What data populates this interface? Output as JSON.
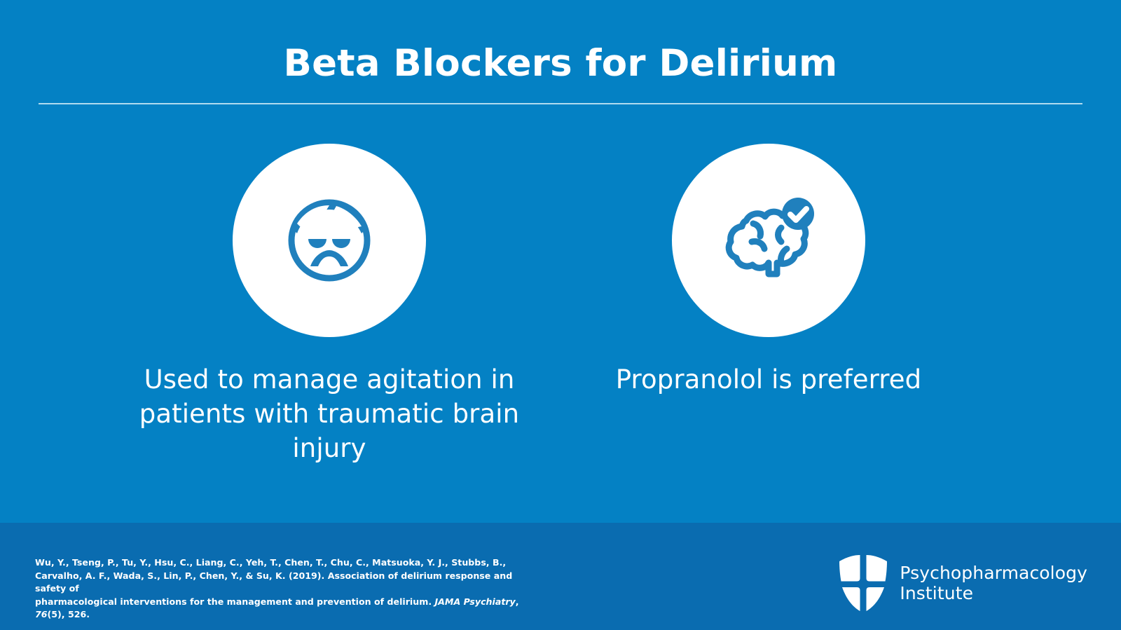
{
  "slide": {
    "title": "Beta Blockers for Delirium",
    "background_color": "#0481c4",
    "footer_background_color": "#0a6cb0",
    "accent_color": "#2080bd",
    "text_color": "#ffffff",
    "rule_color": "#bfe3f2"
  },
  "columns": [
    {
      "icon_name": "bandaged-sad-face-icon",
      "caption": "Used to manage agitation in patients with traumatic brain injury"
    },
    {
      "icon_name": "brain-check-icon",
      "caption": "Propranolol is preferred"
    }
  ],
  "footer": {
    "citation": {
      "line1": "Wu, Y., Tseng, P., Tu, Y., Hsu, C., Liang, C., Yeh, T., Chen, T., Chu, C., Matsuoka, Y. J., Stubbs, B.,",
      "line2": "Carvalho, A. F., Wada, S., Lin, P., Chen, Y., & Su, K. (2019). Association of delirium response and safety of",
      "line3_pre": "pharmacological interventions for the management and prevention of delirium. ",
      "line3_journal": "JAMA Psychiatry",
      "line3_mid": ", ",
      "line3_volume": "76",
      "line3_post": "(5), 526."
    },
    "logo": {
      "mark_name": "shield-logo-icon",
      "line1": "Psychopharmacology",
      "line2": "Institute"
    }
  }
}
